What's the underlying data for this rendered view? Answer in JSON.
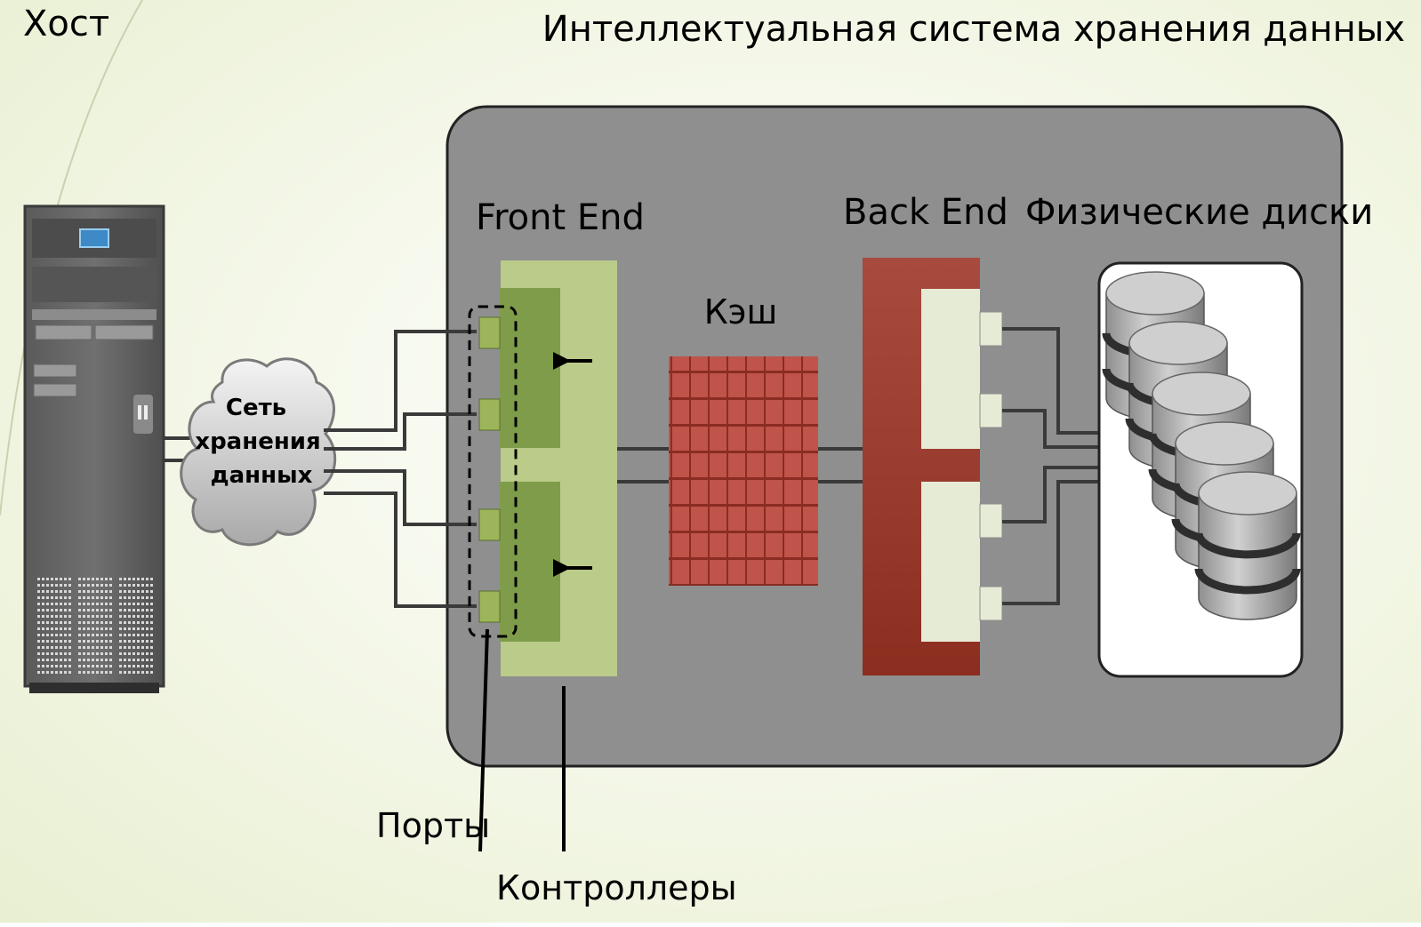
{
  "title": "Интеллектуальная система хранения данных",
  "labels": {
    "host": "Хост",
    "network_line1": "Сеть",
    "network_line2": "хранения",
    "network_line3": "данных",
    "front_end": "Front End",
    "cache": "Кэш",
    "back_end": "Back End",
    "disks": "Физические диски",
    "ports": "Порты",
    "controllers": "Контроллеры"
  },
  "colors": {
    "background": "#eef2dc",
    "enclosure": "#8f8f8f",
    "front_end": "#bacb8a",
    "controller": "#7f9c4a",
    "port": "#9cb55a",
    "cache": "#b54a3e",
    "back_end": "#9e3a2e",
    "disk": "#bdbdbd"
  }
}
